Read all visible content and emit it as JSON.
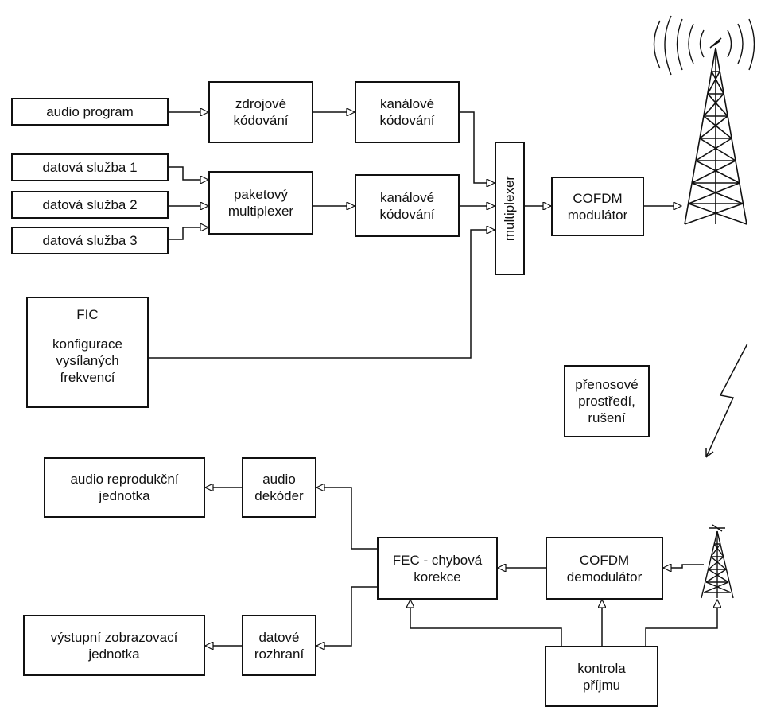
{
  "transmitter": {
    "audio_program": "audio program",
    "source_coding": [
      "zdrojové",
      "kódování"
    ],
    "channel_coding_1": [
      "kanálové",
      "kódování"
    ],
    "data_service_1": "datová služba 1",
    "data_service_2": "datová služba 2",
    "data_service_3": "datová služba 3",
    "packet_mux": [
      "paketový",
      "multiplexer"
    ],
    "channel_coding_2": [
      "kanálové",
      "kódování"
    ],
    "multiplexer": "multiplexer",
    "cofdm_modulator": [
      "COFDM",
      "modulátor"
    ],
    "fic": [
      "FIC",
      "",
      "konfigurace",
      "vysílaných",
      "frekvencí"
    ]
  },
  "channel": {
    "medium": [
      "přenosové",
      "prostředí,",
      "rušení"
    ]
  },
  "receiver": {
    "audio_output": [
      "audio reprodukční",
      "jednotka"
    ],
    "audio_decoder": [
      "audio",
      "dekóder"
    ],
    "display_output": [
      "výstupní zobrazovací",
      "jednotka"
    ],
    "data_interface": [
      "datové",
      "rozhraní"
    ],
    "fec": [
      "FEC - chybová",
      "korekce"
    ],
    "cofdm_demodulator": [
      "COFDM",
      "demodulátor"
    ],
    "reception_control": [
      "kontrola",
      "příjmu"
    ]
  }
}
